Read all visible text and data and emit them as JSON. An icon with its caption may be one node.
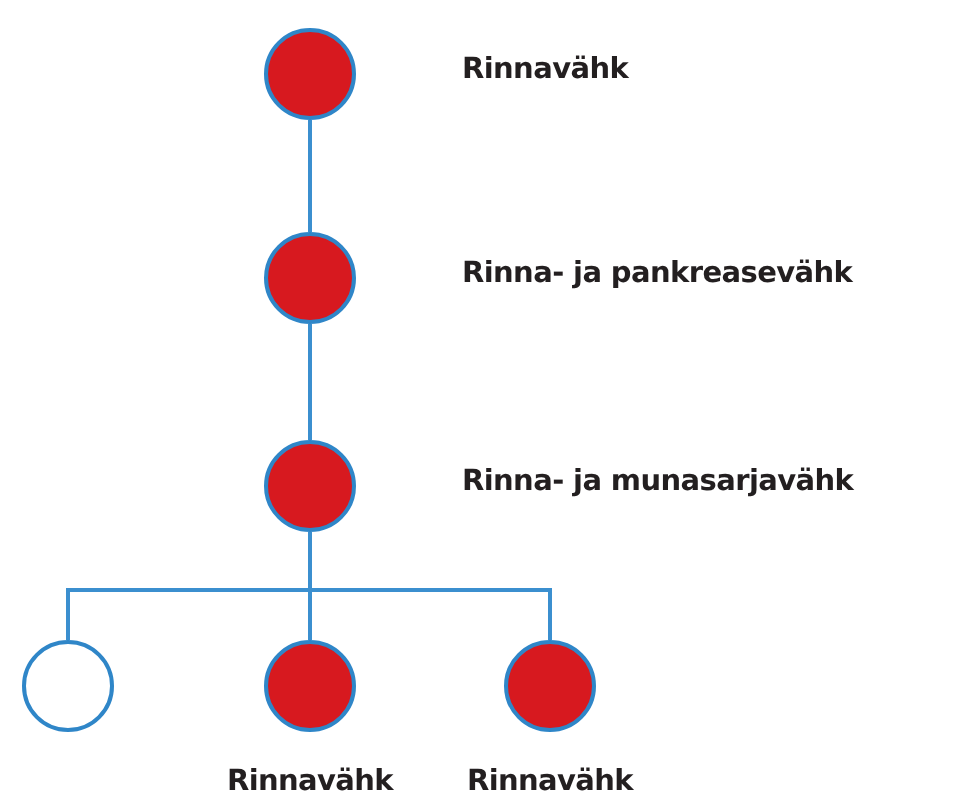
{
  "diagram": {
    "nodes": [
      {
        "text": [
          "Rinnavähk"
        ]
      },
      {
        "text": [
          "Rinna- ja pankreasevähk"
        ]
      },
      {
        "text": [
          "Rinna- ja munasarjavähk"
        ]
      },
      {
        "text": [],
        "shape": "circle"
      },
      {
        "text": [
          "Rinnavähk"
        ]
      },
      {
        "text": [
          "Rinnavähk"
        ]
      }
    ],
    "edges": [
      {
        "from": 0,
        "to": 1,
        "arrow": "none"
      },
      {
        "from": 1,
        "to": 2,
        "arrow": "none"
      },
      {
        "from": 2,
        "to": 3,
        "arrow": "none"
      },
      {
        "from": 2,
        "to": 4,
        "arrow": "none"
      },
      {
        "from": 2,
        "to": 5,
        "arrow": "none"
      }
    ]
  }
}
